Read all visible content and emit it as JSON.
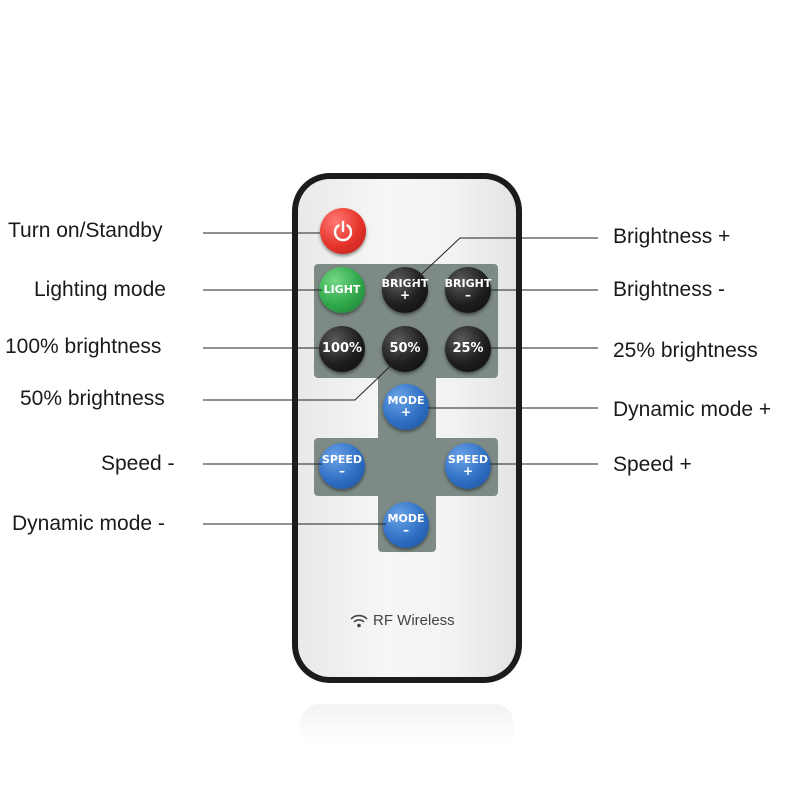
{
  "labels": {
    "power": "Turn on/Standby",
    "lighting_mode": "Lighting mode",
    "brightness_100": "100% brightness",
    "brightness_50": "50% brightness",
    "speed_minus": "Speed -",
    "dynamic_mode_minus": "Dynamic mode -",
    "brightness_plus": "Brightness +",
    "brightness_minus": "Brightness -",
    "brightness_25": "25% brightness",
    "dynamic_mode_plus": "Dynamic mode +",
    "speed_plus": "Speed +"
  },
  "buttons": {
    "light": "LIGHT",
    "bright_plus": {
      "top": "BRIGHT",
      "sub": "+"
    },
    "bright_minus": {
      "top": "BRIGHT",
      "sub": "–"
    },
    "b100": "100%",
    "b50": "50%",
    "b25": "25%",
    "mode_plus": {
      "top": "MODE",
      "sub": "+"
    },
    "mode_minus": {
      "top": "MODE",
      "sub": "–"
    },
    "speed_minus": {
      "top": "SPEED",
      "sub": "–"
    },
    "speed_plus": {
      "top": "SPEED",
      "sub": "+"
    }
  },
  "footer": {
    "brand": "RF Wireless",
    "icon": "wifi-signal-icon"
  },
  "colors": {
    "power": "#e5342c",
    "light": "#2fa84a",
    "black_button": "#1e1e1e",
    "blue_button": "#2f6fc4",
    "pad": "#7d8a85"
  }
}
